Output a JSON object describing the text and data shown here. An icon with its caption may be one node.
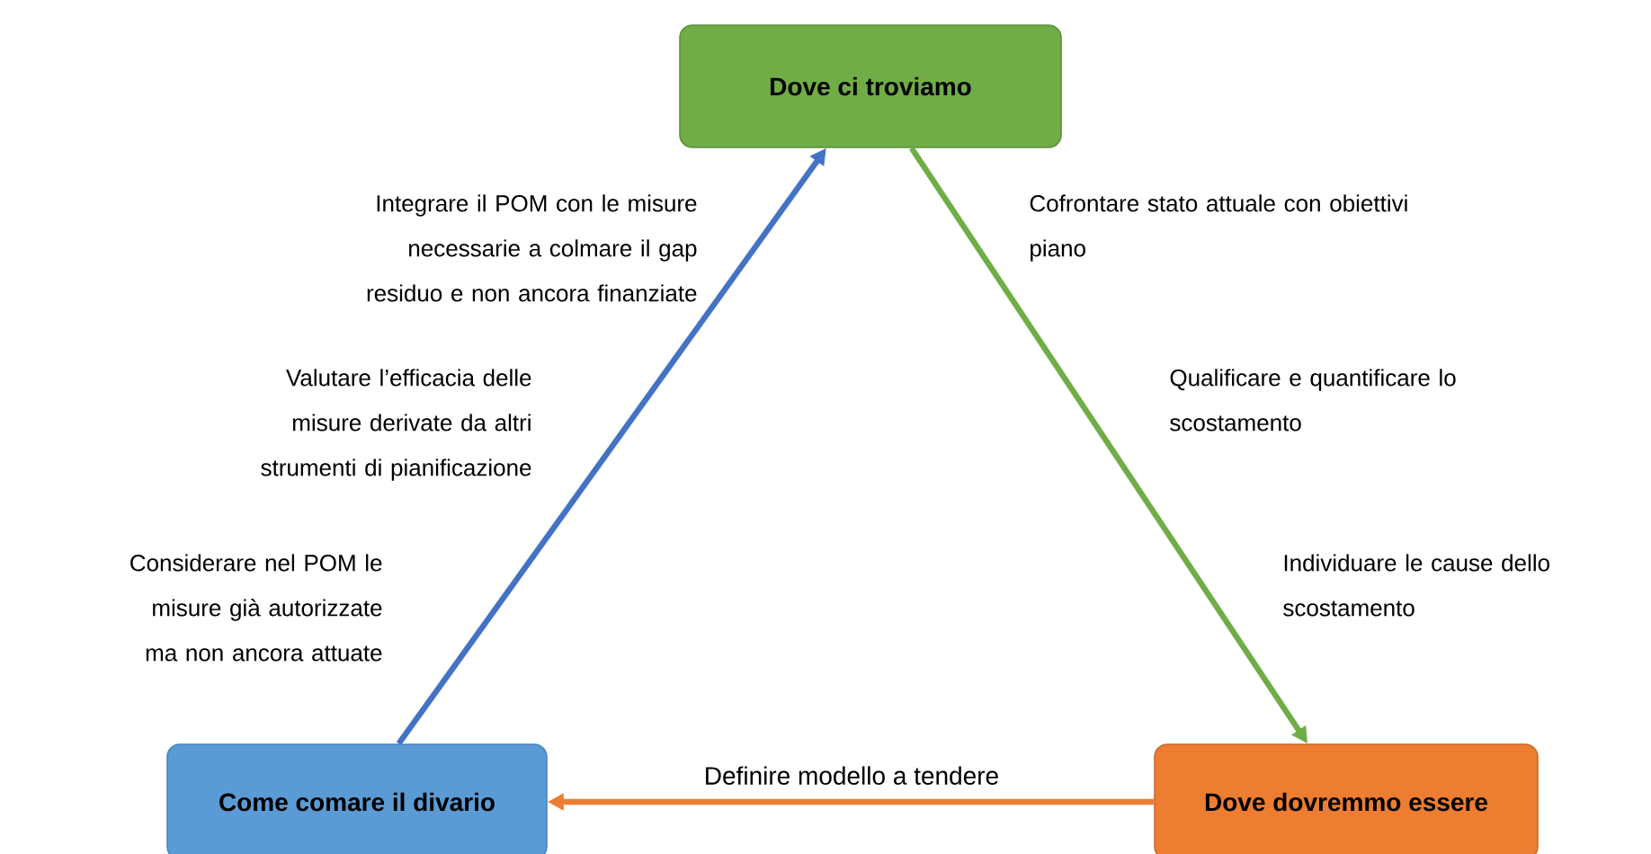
{
  "diagram": {
    "nodes": [
      {
        "text": [
          "Dove ci troviamo"
        ]
      },
      {
        "text": [
          "Come comare il divario"
        ]
      },
      {
        "text": [
          "Dove dovremmo essere"
        ]
      }
    ],
    "edges": [
      {
        "from": 0,
        "to": 2,
        "arrow": "to",
        "color": "#70ad47"
      },
      {
        "from": 2,
        "to": 1,
        "arrow": "to",
        "color": "#ed7d31",
        "label": "Definire modello a tendere"
      },
      {
        "from": 1,
        "to": 0,
        "arrow": "to",
        "color": "#4472c4"
      }
    ],
    "labels": [
      "Integrare il POM con le misure necessarie a colmare il gap residuo e non ancora finanziate",
      "Cofrontare stato attuale con obiettivi piano",
      "Valutare l’efficacia delle misure derivate da altri strumenti di pianificazione",
      "Qualificare e quantificare lo scostamento",
      "Considerare nel POM le misure già autorizzate ma non ancora attuate",
      "Individuare le cause dello scostamento"
    ]
  }
}
